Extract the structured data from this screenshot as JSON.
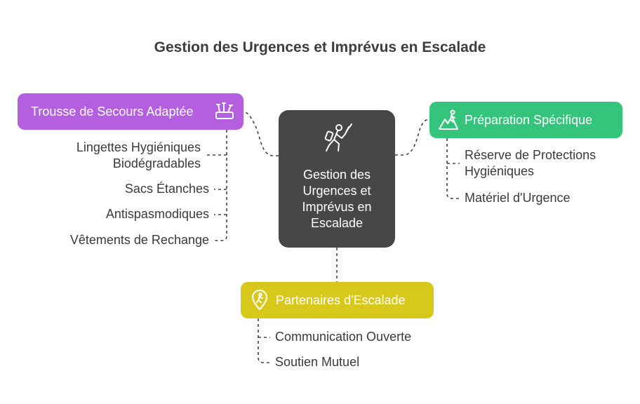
{
  "title": "Gestion des Urgences et Imprévus en Escalade",
  "center": {
    "lines": [
      "Gestion des",
      "Urgences et",
      "Imprévus en",
      "Escalade"
    ],
    "icon": "climber-icon"
  },
  "branches": {
    "trousse": {
      "label": "Trousse de Secours Adaptée",
      "icon": "kit-icon",
      "color": "#b35fe0",
      "items": [
        [
          "Lingettes Hygiéniques",
          "Biodégradables"
        ],
        [
          "Sacs Étanches"
        ],
        [
          "Antispasmodiques"
        ],
        [
          "Vêtements de Rechange"
        ]
      ]
    },
    "preparation": {
      "label": "Préparation Spécifique",
      "icon": "hiker-icon",
      "color": "#34c47c",
      "items": [
        [
          "Réserve de Protections",
          "Hygiéniques"
        ],
        [
          "Matériel d'Urgence"
        ]
      ]
    },
    "partenaires": {
      "label": "Partenaires d'Escalade",
      "icon": "location-pin-icon",
      "color": "#d8c81c",
      "items": [
        [
          "Communication Ouverte"
        ],
        [
          "Soutien Mutuel"
        ]
      ]
    }
  }
}
